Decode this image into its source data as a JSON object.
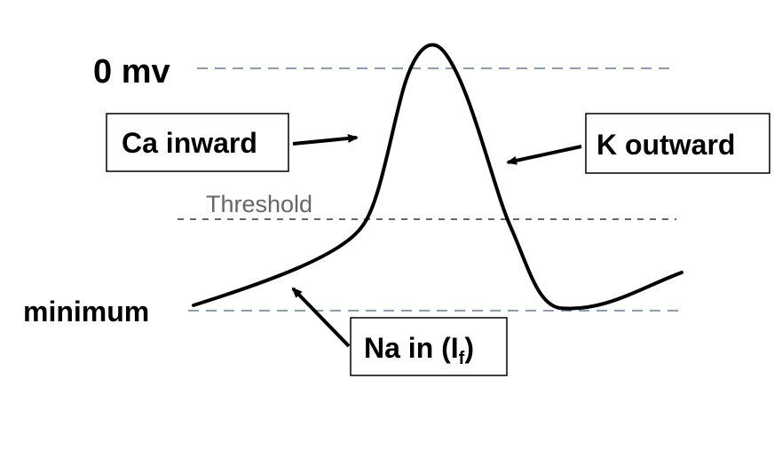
{
  "labels": {
    "zero": "0 mv",
    "minimum": "minimum",
    "threshold": "Threshold"
  },
  "boxes": {
    "ca": "Ca inward",
    "k": "K outward",
    "na_prefix": "Na in (I",
    "na_sub": "f",
    "na_suffix": ")"
  },
  "colors": {
    "reference_line": "#5b7fa6",
    "threshold_line": "#333333",
    "curve": "#000000"
  }
}
